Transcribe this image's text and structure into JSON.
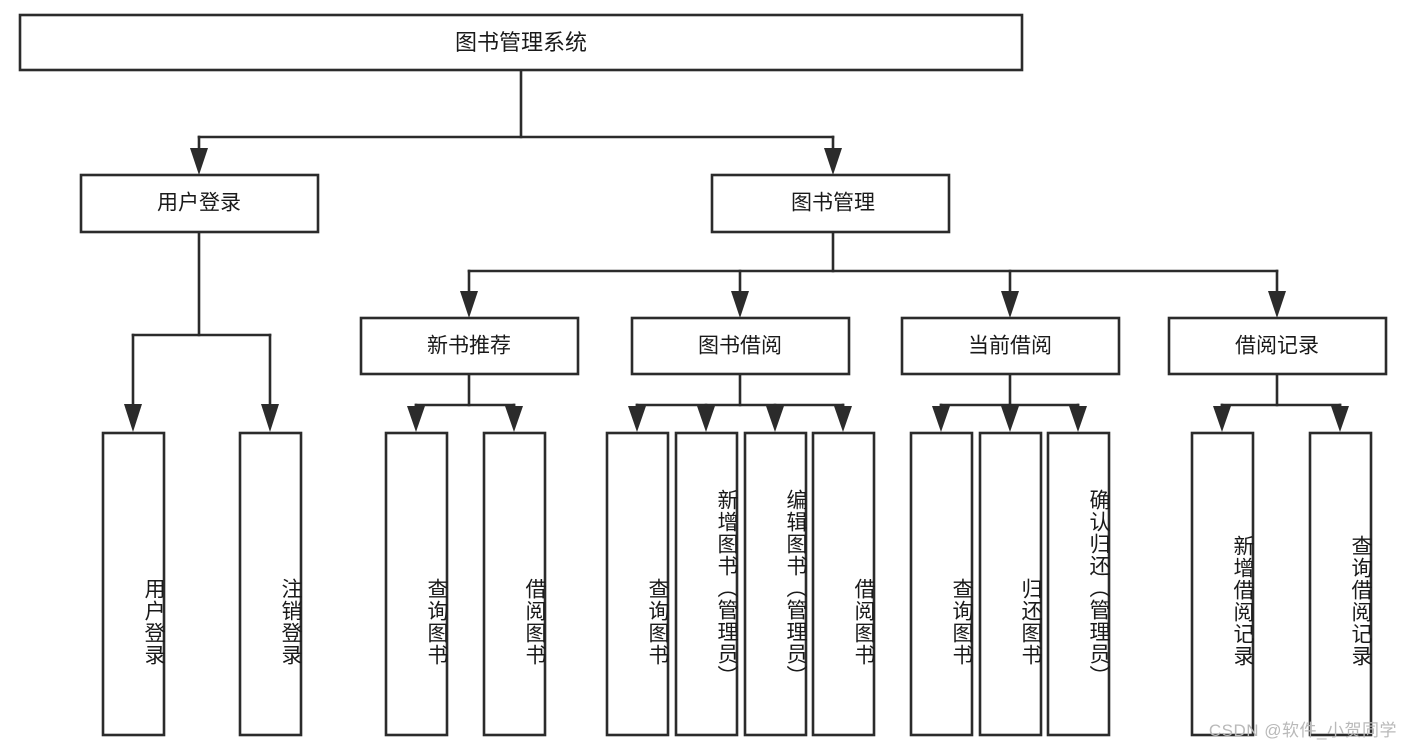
{
  "diagram": {
    "title": "图书管理系统",
    "type": "tree",
    "orientation": "top-down",
    "colors": {
      "box_fill": "#ffffff",
      "box_stroke": "#2b2b2b",
      "connector": "#2b2b2b",
      "text": "#1a1a1a",
      "watermark": "#b9b9b9"
    },
    "root": {
      "id": "root",
      "label": "图书管理系统",
      "orientation": "horizontal"
    },
    "level2": [
      {
        "id": "user-login",
        "label": "用户登录",
        "orientation": "horizontal"
      },
      {
        "id": "book-manage",
        "label": "图书管理",
        "orientation": "horizontal"
      }
    ],
    "level3": [
      {
        "id": "new-book-recommend",
        "label": "新书推荐",
        "orientation": "horizontal",
        "parent": "book-manage"
      },
      {
        "id": "book-borrow",
        "label": "图书借阅",
        "orientation": "horizontal",
        "parent": "book-manage"
      },
      {
        "id": "current-borrow",
        "label": "当前借阅",
        "orientation": "horizontal",
        "parent": "book-manage"
      },
      {
        "id": "borrow-record",
        "label": "借阅记录",
        "orientation": "horizontal",
        "parent": "book-manage"
      }
    ],
    "leaves": [
      {
        "id": "leaf-user-login",
        "label": "用户登录",
        "orientation": "vertical",
        "parent": "user-login"
      },
      {
        "id": "leaf-user-logout",
        "label": "注销登录",
        "orientation": "vertical",
        "parent": "user-login"
      },
      {
        "id": "leaf-query-book-1",
        "label": "查询图书",
        "orientation": "vertical",
        "parent": "new-book-recommend"
      },
      {
        "id": "leaf-borrow-book-1",
        "label": "借阅图书",
        "orientation": "vertical",
        "parent": "new-book-recommend"
      },
      {
        "id": "leaf-query-book-2",
        "label": "查询图书",
        "orientation": "vertical",
        "parent": "book-borrow"
      },
      {
        "id": "leaf-add-book",
        "label": "新增图书（管理员）",
        "orientation": "vertical",
        "parent": "book-borrow"
      },
      {
        "id": "leaf-edit-book",
        "label": "编辑图书（管理员）",
        "orientation": "vertical",
        "parent": "book-borrow"
      },
      {
        "id": "leaf-borrow-book-2",
        "label": "借阅图书",
        "orientation": "vertical",
        "parent": "book-borrow"
      },
      {
        "id": "leaf-query-book-3",
        "label": "查询图书",
        "orientation": "vertical",
        "parent": "current-borrow"
      },
      {
        "id": "leaf-return-book",
        "label": "归还图书",
        "orientation": "vertical",
        "parent": "current-borrow"
      },
      {
        "id": "leaf-confirm-return",
        "label": "确认归还（管理员）",
        "orientation": "vertical",
        "parent": "current-borrow"
      },
      {
        "id": "leaf-add-record",
        "label": "新增借阅记录",
        "orientation": "vertical",
        "parent": "borrow-record"
      },
      {
        "id": "leaf-query-record",
        "label": "查询借阅记录",
        "orientation": "vertical",
        "parent": "borrow-record"
      }
    ],
    "watermark": "CSDN @软件_小贺同学"
  }
}
